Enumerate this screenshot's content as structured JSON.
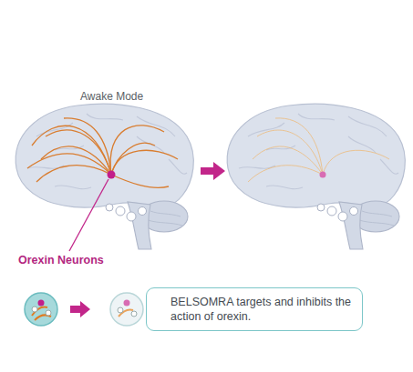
{
  "diagram": {
    "nodes": [
      {
        "text": [
          "BELSOMRA targets and inhibits the action of orexin."
        ]
      }
    ],
    "labels": [
      "Awake Mode",
      "Orexin Neurons"
    ]
  }
}
